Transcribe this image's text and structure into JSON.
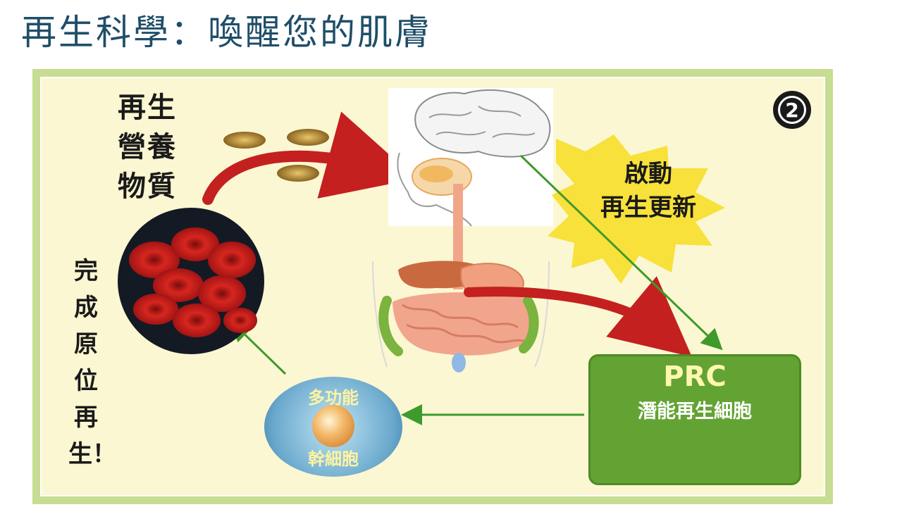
{
  "title": "再生科學：喚醒您的肌膚",
  "diagram": {
    "step_badge": "2",
    "nutrients_label": "再生\n營養\n物質",
    "burst_label": "啟動\n再生更新",
    "prc": {
      "title": "PRC",
      "subtitle": "潛能再生細胞"
    },
    "stem_cell": {
      "top_label": "多功能",
      "bottom_label": "幹細胞"
    },
    "regeneration_label": "完成原位再生！"
  },
  "colors": {
    "title": "#1f4e69",
    "panel_border": "#c6dd92",
    "panel_bg": "#fbf7d2",
    "red_arrow": "#c3201f",
    "green_arrow": "#3f9a2c",
    "prc_box": "#63a333",
    "burst": "#f7e13a"
  }
}
